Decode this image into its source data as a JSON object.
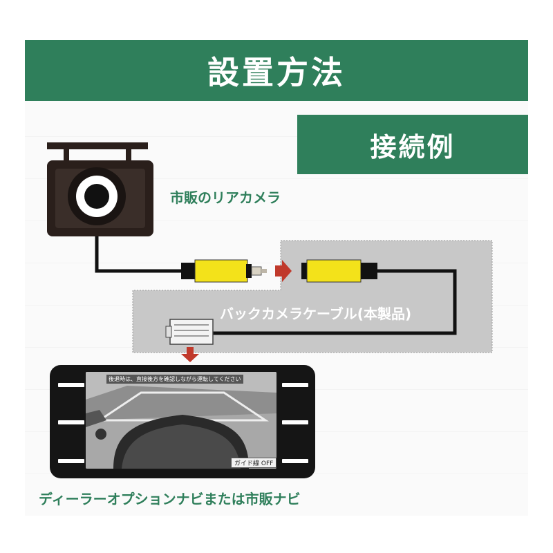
{
  "header": {
    "title": "設置方法"
  },
  "subheader": {
    "title": "接続例"
  },
  "labels": {
    "camera": "市販のリアカメラ",
    "cable": "バックカメラケーブル(本製品)",
    "navi": "ディーラーオプションナビまたは市販ナビ"
  },
  "screen": {
    "message": "後退時は、直接後方を確認しながら運転してください",
    "guide_button": "ガイド線 OFF"
  },
  "colors": {
    "brand_green": "#2f7f5b",
    "connector_yellow": "#f3e21a",
    "arrow_red": "#c0392b",
    "panel_gray": "#c8c8c8"
  }
}
